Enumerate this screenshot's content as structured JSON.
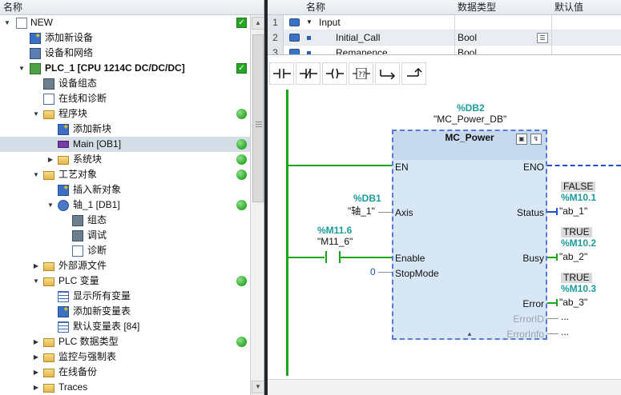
{
  "tree": {
    "header": "名称",
    "rows": [
      {
        "label": "NEW",
        "status": "check"
      },
      {
        "label": "添加新设备",
        "status": ""
      },
      {
        "label": "设备和网络",
        "status": ""
      },
      {
        "label": "PLC_1 [CPU 1214C DC/DC/DC]",
        "status": "check"
      },
      {
        "label": "设备组态",
        "status": ""
      },
      {
        "label": "在线和诊断",
        "status": ""
      },
      {
        "label": "程序块",
        "status": "ok"
      },
      {
        "label": "添加新块",
        "status": ""
      },
      {
        "label": "Main [OB1]",
        "status": "ok"
      },
      {
        "label": "系统块",
        "status": "ok"
      },
      {
        "label": "工艺对象",
        "status": "ok"
      },
      {
        "label": "插入新对象",
        "status": ""
      },
      {
        "label": "轴_1 [DB1]",
        "status": "ok"
      },
      {
        "label": "组态",
        "status": ""
      },
      {
        "label": "调试",
        "status": ""
      },
      {
        "label": "诊断",
        "status": ""
      },
      {
        "label": "外部源文件",
        "status": ""
      },
      {
        "label": "PLC 变量",
        "status": "ok"
      },
      {
        "label": "显示所有变量",
        "status": ""
      },
      {
        "label": "添加新变量表",
        "status": ""
      },
      {
        "label": "默认变量表 [84]",
        "status": ""
      },
      {
        "label": "PLC 数据类型",
        "status": "ok"
      },
      {
        "label": "监控与强制表",
        "status": ""
      },
      {
        "label": "在线备份",
        "status": ""
      },
      {
        "label": "Traces",
        "status": ""
      }
    ]
  },
  "interface": {
    "col_name": "名称",
    "col_type": "数据类型",
    "col_default": "默认值",
    "rows": [
      {
        "num": "1",
        "name": "Input",
        "type": ""
      },
      {
        "num": "2",
        "name": "Initial_Call",
        "type": "Bool"
      },
      {
        "num": "3",
        "name": "Remanence",
        "type": "Bool"
      }
    ]
  },
  "ladder": {
    "db_addr": "%DB2",
    "db_name": "\"MC_Power_DB\"",
    "block_name": "MC_Power",
    "pins_in": {
      "en": "EN",
      "axis": "Axis",
      "enable": "Enable",
      "stopmode": "StopMode"
    },
    "pins_out": {
      "eno": "ENO",
      "status": "Status",
      "busy": "Busy",
      "error": "Error",
      "errorid": "ErrorID",
      "errorinfo": "ErrorInfo"
    },
    "axis_addr": "%DB1",
    "axis_name": "\"轴_1\"",
    "contact_addr": "%M11.6",
    "contact_name": "\"M11_6\"",
    "stopmode_value": "0",
    "status_value": "FALSE",
    "status_addr": "%M10.1",
    "status_name": "\"ab_1\"",
    "busy_value": "TRUE",
    "busy_addr": "%M10.2",
    "busy_name": "\"ab_2\"",
    "error_value": "TRUE",
    "error_addr": "%M10.3",
    "error_name": "\"ab_3\"",
    "unconnected": "..."
  },
  "colors": {
    "energized": "#19a519",
    "teal": "#1c9b9b",
    "selected_row": "#d5dee7"
  }
}
